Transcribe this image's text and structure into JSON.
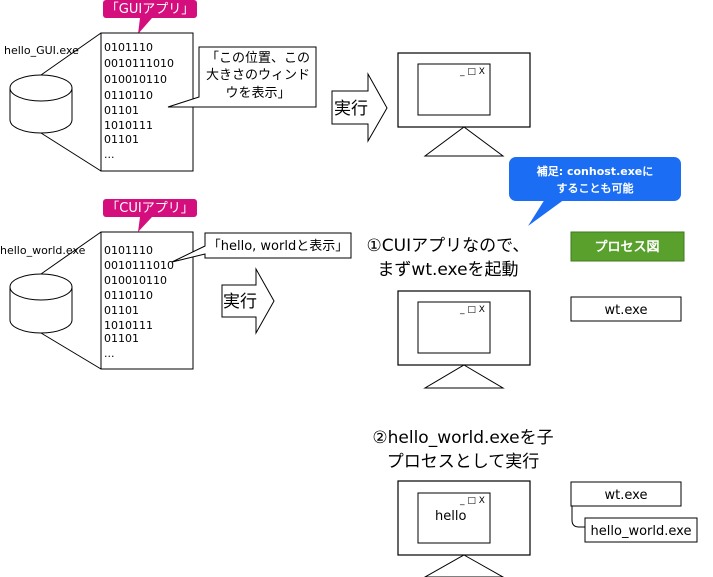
{
  "gui": {
    "tag": "「GUIアプリ」",
    "file": "hello_GUI.exe",
    "binary": [
      "0101110",
      "0010111010",
      "010010110",
      "0110110",
      "01101",
      "1010111",
      "01101",
      "..."
    ],
    "callout": [
      "「この位置、この",
      "大きさのウィンド",
      "ウを表示」"
    ],
    "run": "実行",
    "window_controls": "_ □ X"
  },
  "cui": {
    "tag": "「CUIアプリ」",
    "file": "hello_world.exe",
    "binary": [
      "0101110",
      "0010111010",
      "010010110",
      "0110110",
      "01101",
      "1010111",
      "01101",
      "..."
    ],
    "callout": "「hello, worldと表示」",
    "run": "実行"
  },
  "note": [
    "補足: conhost.exeに",
    "することも可能"
  ],
  "step1": [
    "①CUIアプリなので、",
    "まずwt.exeを起動"
  ],
  "step2": [
    "②hello_world.exeを子",
    "プロセスとして実行"
  ],
  "process_header": "プロセス図",
  "process1": "wt.exe",
  "process2_parent": "wt.exe",
  "process2_child": "hello_world.exe",
  "hello_text": "hello",
  "colors": {
    "tag": "#d40f7d",
    "note": "#1b6ef3",
    "process_header": "#5aa02c"
  }
}
